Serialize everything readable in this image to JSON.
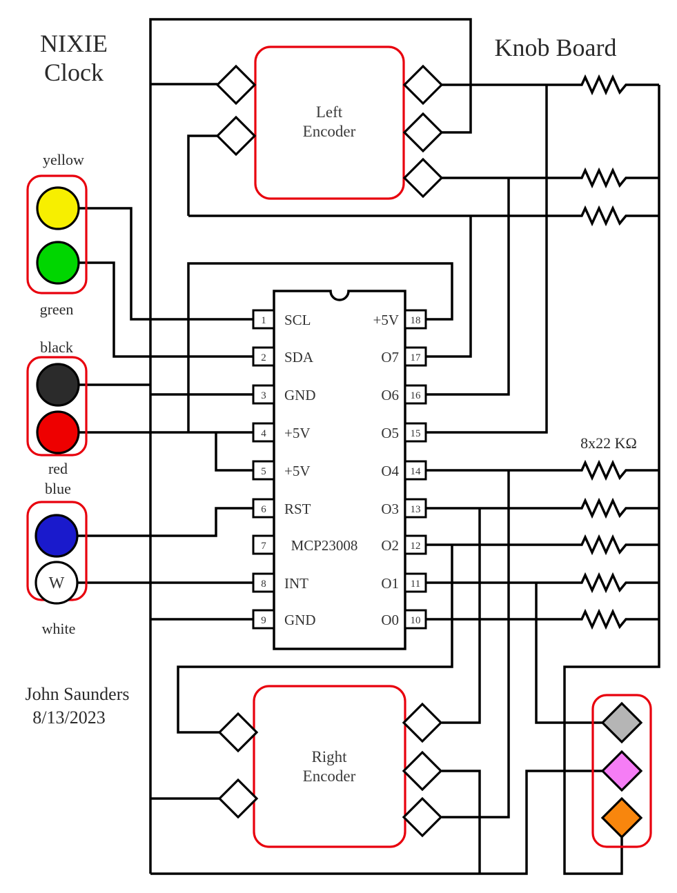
{
  "board_title": "Knob Board",
  "device_title": {
    "line1": "NIXIE",
    "line2": "Clock"
  },
  "author": {
    "name": "John Saunders",
    "date": "8/13/2023"
  },
  "resistor_label": "8x22 KΩ",
  "ic": {
    "name": "MCP23008",
    "left_pins": [
      {
        "num": "1",
        "label": "SCL"
      },
      {
        "num": "2",
        "label": "SDA"
      },
      {
        "num": "3",
        "label": "GND"
      },
      {
        "num": "4",
        "label": "+5V"
      },
      {
        "num": "5",
        "label": "+5V"
      },
      {
        "num": "6",
        "label": "RST"
      },
      {
        "num": "7",
        "label": ""
      },
      {
        "num": "8",
        "label": "INT"
      },
      {
        "num": "9",
        "label": "GND"
      }
    ],
    "right_pins": [
      {
        "num": "18",
        "label": "+5V"
      },
      {
        "num": "17",
        "label": "O7"
      },
      {
        "num": "16",
        "label": "O6"
      },
      {
        "num": "15",
        "label": "O5"
      },
      {
        "num": "14",
        "label": "O4"
      },
      {
        "num": "13",
        "label": "O3"
      },
      {
        "num": "12",
        "label": "O2"
      },
      {
        "num": "11",
        "label": "O1"
      },
      {
        "num": "10",
        "label": "O0"
      }
    ]
  },
  "encoders": {
    "left": {
      "line1": "Left",
      "line2": "Encoder"
    },
    "right": {
      "line1": "Right",
      "line2": "Encoder"
    }
  },
  "connectors": {
    "yellow": {
      "label": "yellow",
      "color": "#f7ef00"
    },
    "green": {
      "label": "green",
      "color": "#00d600"
    },
    "black": {
      "label": "black",
      "color": "#2b2b2b"
    },
    "red": {
      "label": "red",
      "color": "#ee0000"
    },
    "blue": {
      "label": "blue",
      "color": "#1a1acc"
    },
    "white": {
      "label": "white",
      "color": "#ffffff",
      "letter": "W"
    },
    "gray": {
      "color": "#b5b5b5"
    },
    "pink": {
      "color": "#f57df5"
    },
    "orange": {
      "color": "#f8860d"
    }
  },
  "colors": {
    "wire": "#000000",
    "connector_outline": "#e8000d"
  }
}
